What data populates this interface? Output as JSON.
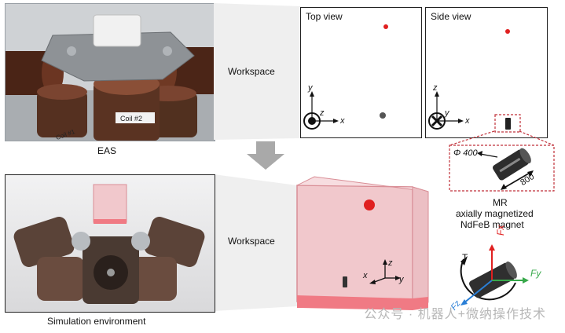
{
  "labels": {
    "eas": "EAS",
    "workspace_top": "Workspace",
    "workspace_bottom": "Workspace",
    "sim_env": "Simulation environment",
    "top_view": "Top view",
    "side_view": "Side view",
    "coil_label": "Coil #2",
    "coil_label_small": "Coil #1",
    "mr_title_1": "MR",
    "mr_title_2": "axially magnetized",
    "mr_title_3": "NdFeB magnet",
    "phi_dim": "Φ 400",
    "len_dim": "800",
    "axis_x": "x",
    "axis_y": "y",
    "axis_z": "z",
    "force_fx": "Fx",
    "force_fy": "Fy",
    "torque_t": "T",
    "force_fz": "Fz",
    "watermark": "公众号 · 机器人+微纳操作技术"
  },
  "colors": {
    "marker_red": "#e02020",
    "force_red": "#e02020",
    "force_green": "#37a84a",
    "force_blue": "#2a7fd6",
    "zoom_dash": "#c0313a",
    "cube_face": "#f1c8cc",
    "cube_edge": "#d98e96",
    "arrow_gray": "#a9a9a9"
  }
}
